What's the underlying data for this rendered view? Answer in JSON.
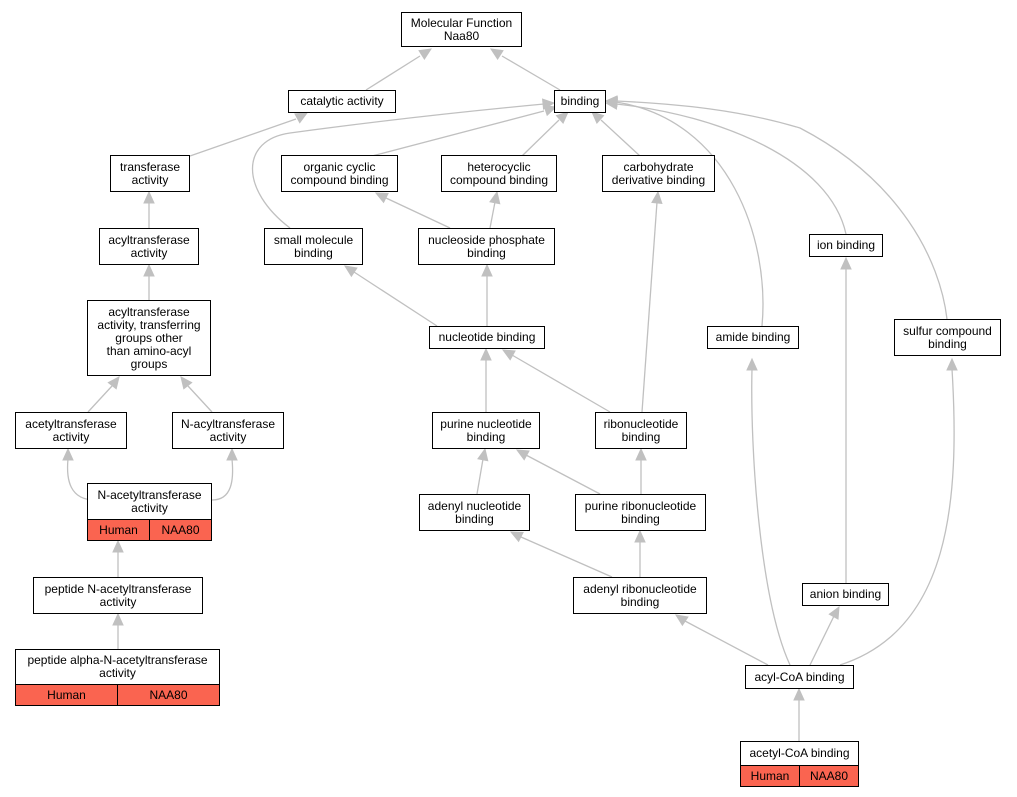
{
  "colors": {
    "edge": "#c0c0c0",
    "annotation": "#fa6450",
    "node_border": "#000000",
    "node_fill": "#ffffff"
  },
  "nodes": {
    "mf": {
      "lines": [
        "Molecular Function",
        "Naa80"
      ]
    },
    "catact": {
      "lines": [
        "catalytic activity"
      ]
    },
    "binding": {
      "lines": [
        "binding"
      ]
    },
    "transf": {
      "lines": [
        "transferase",
        "activity"
      ]
    },
    "orgcyc": {
      "lines": [
        "organic cyclic",
        "compound binding"
      ]
    },
    "hetero": {
      "lines": [
        "heterocyclic",
        "compound binding"
      ]
    },
    "carbo": {
      "lines": [
        "carbohydrate",
        "derivative binding"
      ]
    },
    "acyltr": {
      "lines": [
        "acyltransferase",
        "activity"
      ]
    },
    "smallmol": {
      "lines": [
        "small molecule",
        "binding"
      ]
    },
    "nucphos": {
      "lines": [
        "nucleoside phosphate",
        "binding"
      ]
    },
    "ionb": {
      "lines": [
        "ion binding"
      ]
    },
    "acyltr2": {
      "lines": [
        "acyltransferase",
        "activity, transferring",
        "groups other",
        "than amino-acyl",
        "groups"
      ]
    },
    "nucb": {
      "lines": [
        "nucleotide binding"
      ]
    },
    "amide": {
      "lines": [
        "amide binding"
      ]
    },
    "sulfur": {
      "lines": [
        "sulfur compound",
        "binding"
      ]
    },
    "acetyltr": {
      "lines": [
        "acetyltransferase",
        "activity"
      ]
    },
    "nacyl": {
      "lines": [
        "N-acyltransferase",
        "activity"
      ]
    },
    "purnuc": {
      "lines": [
        "purine nucleotide",
        "binding"
      ]
    },
    "ribonuc": {
      "lines": [
        "ribonucleotide",
        "binding"
      ]
    },
    "nacetyl": {
      "lines": [
        "N-acetyltransferase",
        "activity"
      ],
      "annotation": [
        "Human",
        "NAA80"
      ]
    },
    "adenyl": {
      "lines": [
        "adenyl nucleotide",
        "binding"
      ]
    },
    "purribo": {
      "lines": [
        "purine ribonucleotide",
        "binding"
      ]
    },
    "peptn": {
      "lines": [
        "peptide N-acetyltransferase",
        "activity"
      ]
    },
    "adeno": {
      "lines": [
        "adenyl ribonucleotide",
        "binding"
      ]
    },
    "anion": {
      "lines": [
        "anion binding"
      ]
    },
    "peptalpha": {
      "lines": [
        "peptide alpha-N-acetyltransferase",
        "activity"
      ],
      "annotation": [
        "Human",
        "NAA80"
      ]
    },
    "acylcoa": {
      "lines": [
        "acyl-CoA binding"
      ]
    },
    "acetylcoa": {
      "lines": [
        "acetyl-CoA binding"
      ],
      "annotation": [
        "Human",
        "NAA80"
      ]
    }
  },
  "edges": [
    [
      "catact",
      "mf"
    ],
    [
      "binding",
      "mf"
    ],
    [
      "transf",
      "catact"
    ],
    [
      "orgcyc",
      "binding"
    ],
    [
      "hetero",
      "binding"
    ],
    [
      "carbo",
      "binding"
    ],
    [
      "smallmol",
      "binding"
    ],
    [
      "ionb",
      "binding"
    ],
    [
      "amide",
      "binding"
    ],
    [
      "sulfur",
      "binding"
    ],
    [
      "acyltr",
      "transf"
    ],
    [
      "acyltr2",
      "acyltr"
    ],
    [
      "acetyltr",
      "acyltr2"
    ],
    [
      "nacyl",
      "acyltr2"
    ],
    [
      "nacetyl",
      "acetyltr"
    ],
    [
      "nacetyl",
      "nacyl"
    ],
    [
      "peptn",
      "nacetyl"
    ],
    [
      "peptalpha",
      "peptn"
    ],
    [
      "nucphos",
      "orgcyc"
    ],
    [
      "nucphos",
      "hetero"
    ],
    [
      "nucb",
      "smallmol"
    ],
    [
      "nucb",
      "nucphos"
    ],
    [
      "purnuc",
      "nucb"
    ],
    [
      "ribonuc",
      "nucb"
    ],
    [
      "ribonuc",
      "carbo"
    ],
    [
      "adenyl",
      "purnuc"
    ],
    [
      "purribo",
      "purnuc"
    ],
    [
      "purribo",
      "ribonuc"
    ],
    [
      "adeno",
      "adenyl"
    ],
    [
      "adeno",
      "purribo"
    ],
    [
      "acylcoa",
      "adeno"
    ],
    [
      "acylcoa",
      "anion"
    ],
    [
      "acylcoa",
      "amide"
    ],
    [
      "acylcoa",
      "sulfur"
    ],
    [
      "anion",
      "ionb"
    ],
    [
      "acetylcoa",
      "acylcoa"
    ]
  ]
}
